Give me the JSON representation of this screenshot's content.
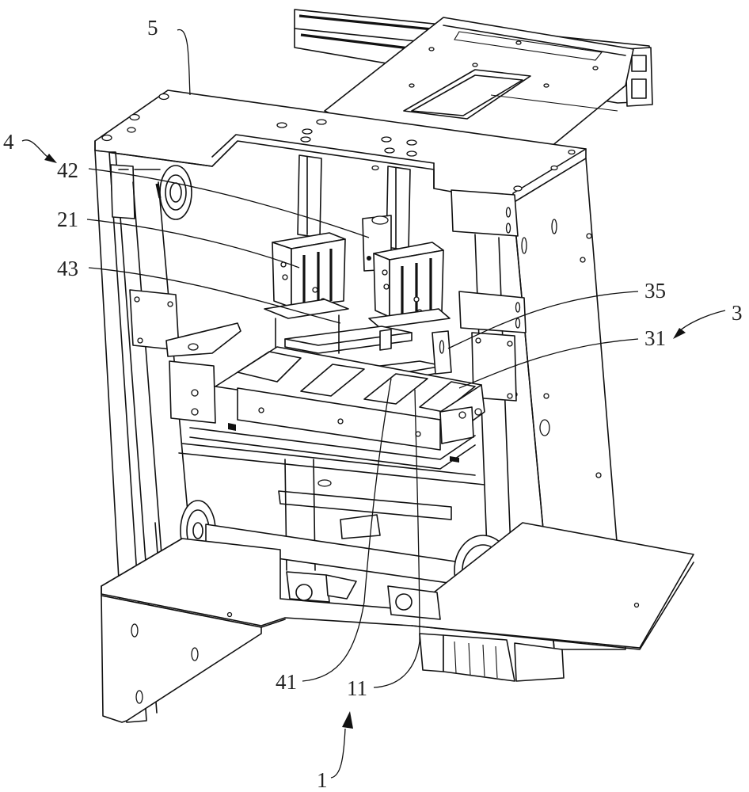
{
  "figure": {
    "description": "Perspective mechanical line drawing of a machine frame assembly with numbered reference callouts",
    "line_color": "#111111",
    "background": "#ffffff",
    "callouts": [
      {
        "id": "5",
        "label": "5",
        "type": "leader"
      },
      {
        "id": "4",
        "label": "4",
        "type": "arrow"
      },
      {
        "id": "42",
        "label": "42",
        "type": "leader"
      },
      {
        "id": "21",
        "label": "21",
        "type": "leader"
      },
      {
        "id": "43",
        "label": "43",
        "type": "leader"
      },
      {
        "id": "35",
        "label": "35",
        "type": "leader"
      },
      {
        "id": "3",
        "label": "3",
        "type": "arrow"
      },
      {
        "id": "31",
        "label": "31",
        "type": "leader"
      },
      {
        "id": "41",
        "label": "41",
        "type": "leader"
      },
      {
        "id": "11",
        "label": "11",
        "type": "leader"
      },
      {
        "id": "1",
        "label": "1",
        "type": "arrow"
      }
    ]
  }
}
